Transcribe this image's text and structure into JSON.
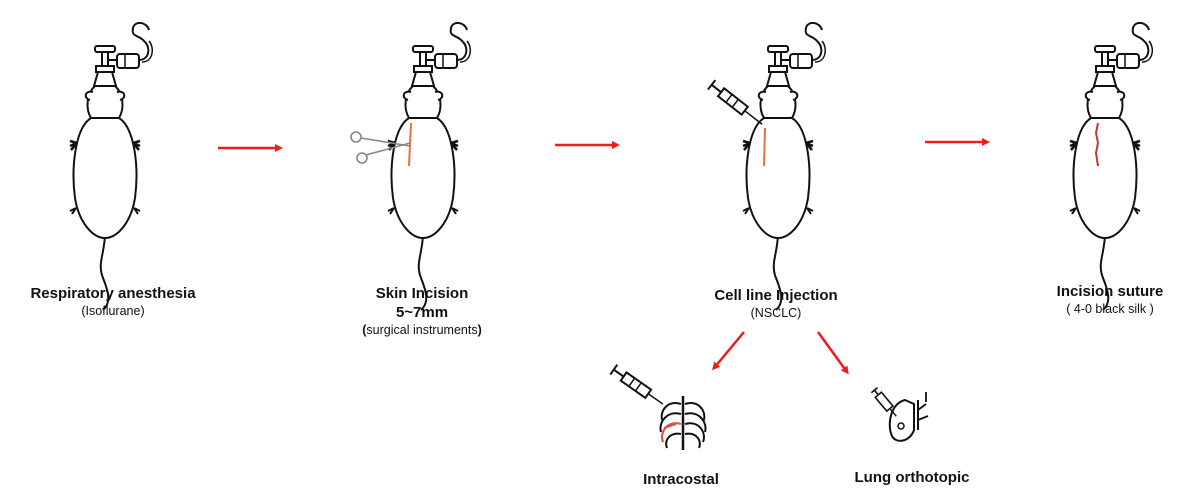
{
  "steps": [
    {
      "title": "Respiratory anesthesia",
      "note_prefix": "(",
      "note": "Isoflurane)"
    },
    {
      "title": "Skin Incision",
      "title_line2": "5~7mm",
      "note_open": "(",
      "note": "surgical instruments",
      "note_close": ")"
    },
    {
      "title": "Cell line Injection",
      "note": "(NSCLC)"
    },
    {
      "title": "Incision suture",
      "note": "( 4-0 black silk )"
    }
  ],
  "branches": [
    {
      "title": "Intracostal",
      "icon": "ribcage-syringe-icon"
    },
    {
      "title": "Lung orthotopic",
      "icon": "lung-injection-icon"
    }
  ],
  "colors": {
    "arrow": "#ee1c1c",
    "outline": "#111111",
    "incision": "#e8703a",
    "suture": "#c0392b",
    "rib_highlight": "#d9534f",
    "instrument": "#888888"
  }
}
